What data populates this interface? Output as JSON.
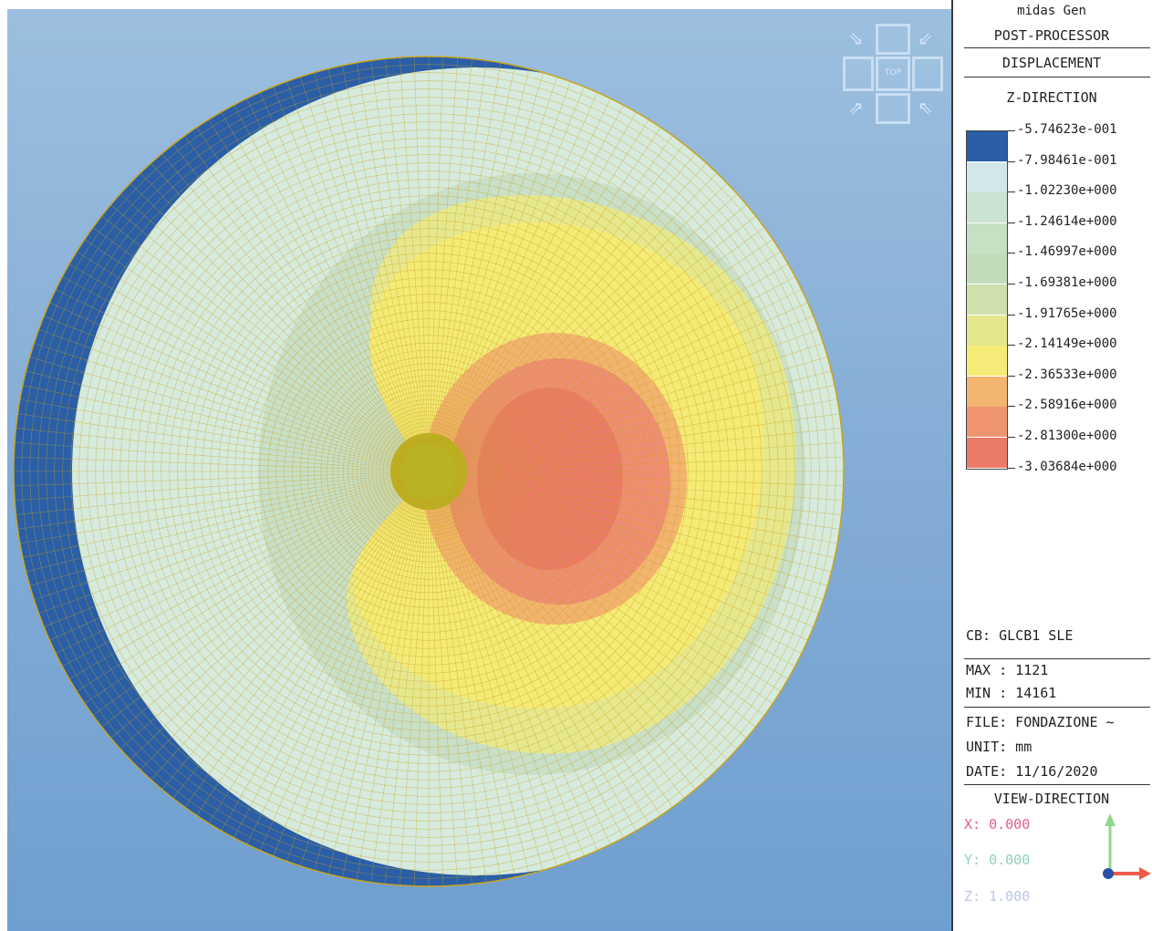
{
  "title": {
    "app": "midas Gen",
    "module": "POST-PROCESSOR",
    "result_type": "DISPLACEMENT",
    "component": "Z-DIRECTION"
  },
  "legend": {
    "values": [
      "-5.74623e-001",
      "-7.98461e-001",
      "-1.02230e+000",
      "-1.24614e+000",
      "-1.46997e+000",
      "-1.69381e+000",
      "-1.91765e+000",
      "-2.14149e+000",
      "-2.36533e+000",
      "-2.58916e+000",
      "-2.81300e+000",
      "-3.03684e+000"
    ],
    "colors": [
      "#2a5ea6",
      "#d2e8e8",
      "#cbe3d2",
      "#c6e0c4",
      "#c2dcba",
      "#cfe0ac",
      "#e4e68e",
      "#f5ec78",
      "#f3b470",
      "#ee9570",
      "#ec7a68"
    ]
  },
  "info": {
    "cb": "CB: GLCB1 SLE",
    "max": "MAX : 1121",
    "min": "MIN : 14161",
    "file": "FILE: FONDAZIONE ~",
    "unit": "UNIT: mm",
    "date": "DATE: 11/16/2020"
  },
  "view_direction": {
    "label": "VIEW-DIRECTION",
    "x": "X: 0.000",
    "y": "Y: 0.000",
    "z": "Z: 1.000",
    "x_color": "#e85a8c",
    "y_color": "#8fd0c0",
    "z_color": "#6a7fd0"
  },
  "viewcube": {
    "center_label": "TOP"
  },
  "contour": {
    "outer_edge_color": "#2a5ea6",
    "base_color": "#d6eadd",
    "mesh_color": "#c9a41e",
    "zone_colors": [
      "#e6e88f",
      "#f4ea76",
      "#f3b470",
      "#ee8e72",
      "#eb7a66"
    ],
    "core_color": "#b8b224"
  }
}
